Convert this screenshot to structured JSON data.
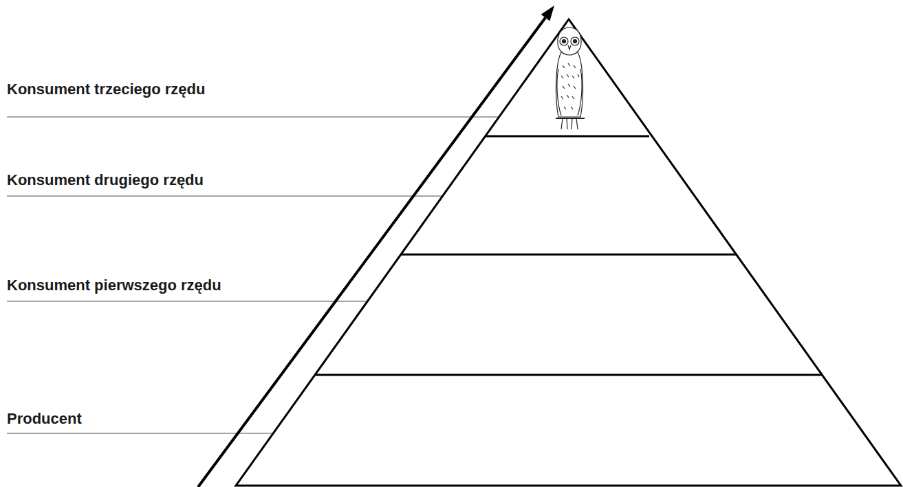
{
  "diagram": {
    "labels": [
      "Konsument trzeciego rzędu",
      "Konsument drugiego rzędu",
      "Konsument pierwszego rzędu",
      "Producent"
    ]
  }
}
